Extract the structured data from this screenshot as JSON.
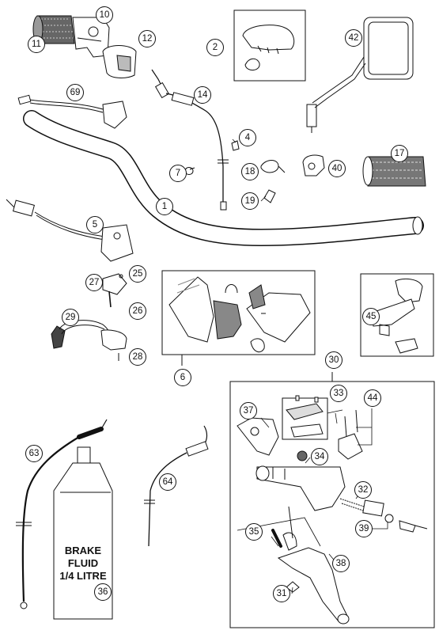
{
  "callouts": [
    {
      "id": "1",
      "label": "1"
    },
    {
      "id": "2",
      "label": "2"
    },
    {
      "id": "4",
      "label": "4"
    },
    {
      "id": "5",
      "label": "5"
    },
    {
      "id": "6",
      "label": "6"
    },
    {
      "id": "7",
      "label": "7"
    },
    {
      "id": "10",
      "label": "10"
    },
    {
      "id": "11",
      "label": "11"
    },
    {
      "id": "12",
      "label": "12"
    },
    {
      "id": "14",
      "label": "14"
    },
    {
      "id": "17",
      "label": "17"
    },
    {
      "id": "18",
      "label": "18"
    },
    {
      "id": "19",
      "label": "19"
    },
    {
      "id": "25",
      "label": "25"
    },
    {
      "id": "26",
      "label": "26"
    },
    {
      "id": "27",
      "label": "27"
    },
    {
      "id": "28",
      "label": "28"
    },
    {
      "id": "29",
      "label": "29"
    },
    {
      "id": "30",
      "label": "30"
    },
    {
      "id": "31",
      "label": "31"
    },
    {
      "id": "32",
      "label": "32"
    },
    {
      "id": "33",
      "label": "33"
    },
    {
      "id": "34",
      "label": "34"
    },
    {
      "id": "35",
      "label": "35"
    },
    {
      "id": "36",
      "label": "36"
    },
    {
      "id": "37",
      "label": "37"
    },
    {
      "id": "38",
      "label": "38"
    },
    {
      "id": "39",
      "label": "39"
    },
    {
      "id": "40",
      "label": "40"
    },
    {
      "id": "42",
      "label": "42"
    },
    {
      "id": "44",
      "label": "44"
    },
    {
      "id": "45",
      "label": "45"
    },
    {
      "id": "63",
      "label": "63"
    },
    {
      "id": "64",
      "label": "64"
    },
    {
      "id": "69",
      "label": "69"
    }
  ],
  "bottle_label": [
    "BRAKE",
    "FLUID",
    "1/4 LITRE"
  ],
  "colors": {
    "line": "#111111",
    "fill": "#ffffff",
    "shade": "#bdbdbd",
    "dark": "#555555"
  }
}
